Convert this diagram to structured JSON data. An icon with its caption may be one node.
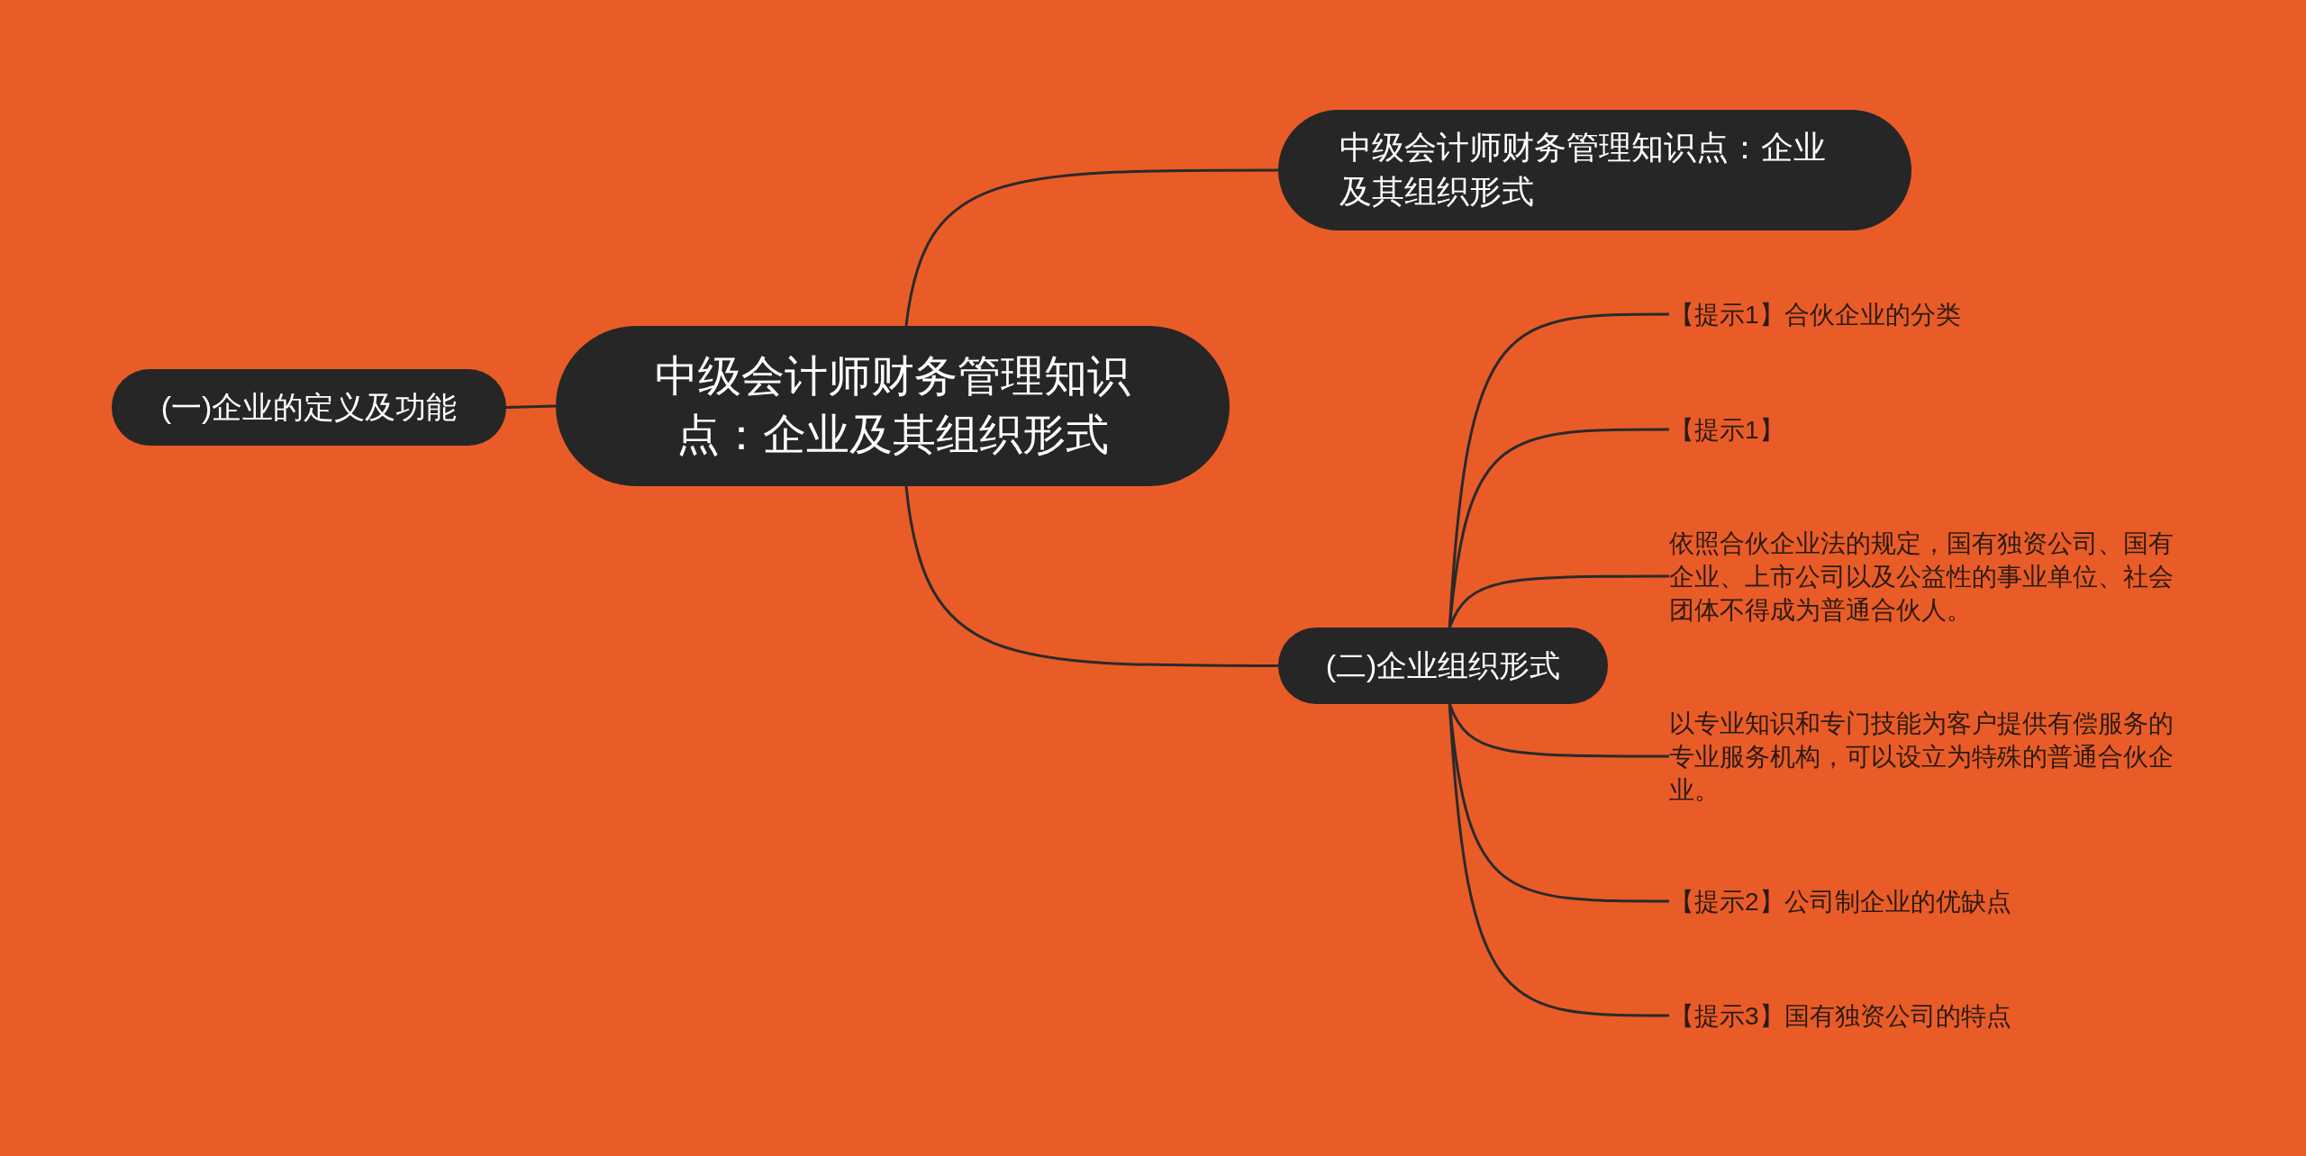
{
  "diagram": {
    "nodes": [
      {
        "text": [
          "中级会计师财务管理知识点：企业及其组织形式"
        ]
      },
      {
        "text": [
          "中级会计师财务管理知识点：企业及其组织形式"
        ]
      },
      {
        "text": [
          "(一)企业的定义及功能"
        ]
      },
      {
        "text": [
          "(二)企业组织形式"
        ]
      },
      {
        "text": [
          "【提示1】合伙企业的分类"
        ]
      },
      {
        "text": [
          "【提示1】"
        ]
      },
      {
        "text": [
          "依照合伙企业法的规定，国有独资公司、国有企业、上市公司以及公益性的事业单位、社会团体不得成为普通合伙人。"
        ]
      },
      {
        "text": [
          "以专业知识和专门技能为客户提供有偿服务的专业服务机构，可以设立为特殊的普通合伙企业。"
        ]
      },
      {
        "text": [
          "【提示2】公司制企业的优缺点"
        ]
      },
      {
        "text": [
          "【提示3】国有独资公司的特点"
        ]
      }
    ],
    "edges": [
      {
        "from": 0,
        "to": 1,
        "arrow": "none"
      },
      {
        "from": 0,
        "to": 2,
        "arrow": "none"
      },
      {
        "from": 0,
        "to": 3,
        "arrow": "none"
      },
      {
        "from": 3,
        "to": 4,
        "arrow": "none"
      },
      {
        "from": 3,
        "to": 5,
        "arrow": "none"
      },
      {
        "from": 3,
        "to": 6,
        "arrow": "none"
      },
      {
        "from": 3,
        "to": 7,
        "arrow": "none"
      },
      {
        "from": 3,
        "to": 8,
        "arrow": "none"
      },
      {
        "from": 3,
        "to": 9,
        "arrow": "none"
      }
    ]
  }
}
